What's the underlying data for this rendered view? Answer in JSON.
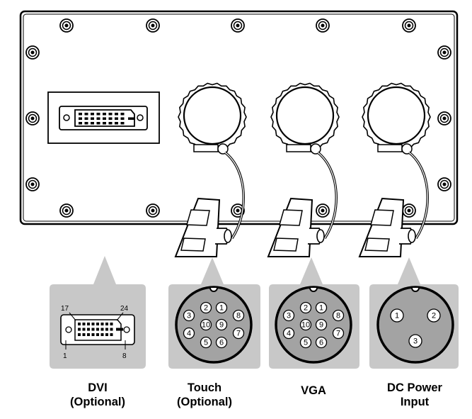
{
  "connectors": {
    "dvi": {
      "label": "DVI",
      "sublabel": "(Optional)",
      "pin_top_left": "17",
      "pin_top_right": "24",
      "pin_bottom_left": "1",
      "pin_bottom_right": "8"
    },
    "touch": {
      "label": "Touch",
      "sublabel": "(Optional)",
      "pins": [
        "1",
        "2",
        "3",
        "4",
        "5",
        "6",
        "7",
        "8",
        "9",
        "10"
      ]
    },
    "vga": {
      "label": "VGA",
      "sublabel": "",
      "pins": [
        "1",
        "2",
        "3",
        "4",
        "5",
        "6",
        "7",
        "8",
        "9",
        "10"
      ]
    },
    "dc_power": {
      "label": "DC Power",
      "sublabel": "Input",
      "pins": [
        "1",
        "2",
        "3"
      ]
    }
  },
  "colors": {
    "line": "#000000",
    "callout_bg": "#c8c8c8",
    "connector_face": "#a3a3a3",
    "pin_fill": "#ffffff"
  }
}
